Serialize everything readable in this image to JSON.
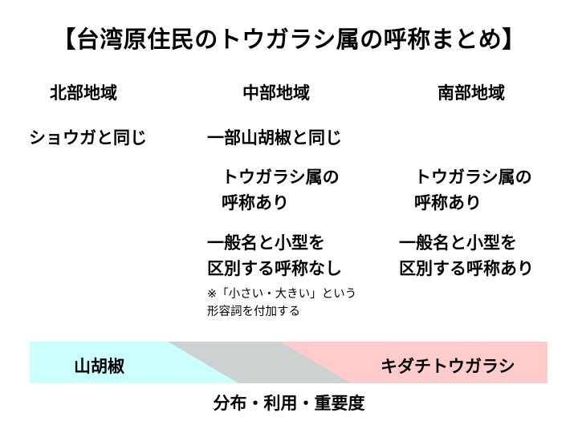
{
  "title": "【台湾原住民のトウガラシ属の呼称まとめ】",
  "regions": {
    "north": "北部地域",
    "central": "中部地域",
    "south": "南部地域"
  },
  "north": {
    "item1": "ショウガと同じ"
  },
  "central": {
    "item1": "一部山胡椒と同じ",
    "item2": [
      "トウガラシ属の",
      "呼称あり"
    ],
    "item3": [
      "一般名と小型を",
      "区別する呼称なし"
    ],
    "note": [
      "※「小さい・大きい」という",
      "形容詞を付加する"
    ]
  },
  "south": {
    "item1": [
      "トウガラシ属の",
      "呼称あり"
    ],
    "item2": [
      "一般名と小型を",
      "区別する呼称あり"
    ]
  },
  "band": {
    "left_label": "山胡椒",
    "right_label": "キダチトウガラシ",
    "colors": {
      "left": "#ccffff",
      "middle": "#ccd2d2",
      "right": "#ffcccc"
    }
  },
  "caption": "分布・利用・重要度"
}
